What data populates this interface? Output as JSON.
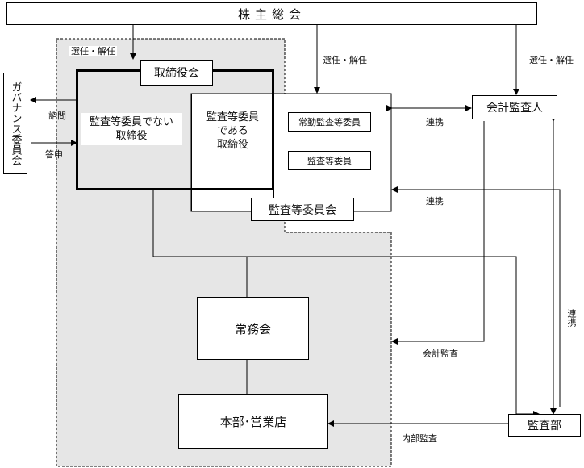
{
  "shareholders": "株主総会",
  "board": "取締役会",
  "governance": "ガバナンス委員会",
  "non_audit_directors": "監査等委員でない\n取締役",
  "audit_directors": "監査等委員\nである\n取締役",
  "fulltime_audit_member": "常勤監査等委員",
  "audit_member": "監査等委員",
  "audit_committee": "監査等委員会",
  "accounting_auditor": "会計監査人",
  "managing_committee": "常務会",
  "hq_branches": "本部･営業店",
  "audit_dept": "監査部",
  "labels": {
    "elect1": "選任・解任",
    "elect2": "選任・解任",
    "elect3": "選任・解任",
    "inquiry": "諮問",
    "report": "答申",
    "coop1": "連携",
    "coop2": "連携",
    "coop3": "連携",
    "acc_audit": "会計監査",
    "internal_audit": "内部監査"
  }
}
